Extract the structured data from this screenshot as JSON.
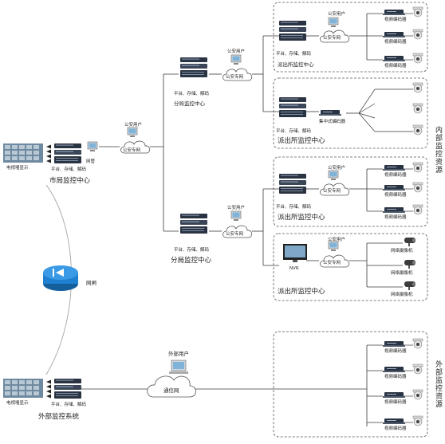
{
  "labels": {
    "tv_wall": "电视墙显示",
    "gateway": "网管",
    "platform_storage_decode": "平台、存储、解码",
    "police_user": "公安用户",
    "police_net": "公安专网",
    "city_center": "市局监控中心",
    "branch_center": "分局监控中心",
    "station_center": "派出所监控中心",
    "station_center_large": "派出所监控中心",
    "video_encoder": "视频编码器",
    "central_encoder": "集中式编码器",
    "nvr": "NVR",
    "network_camera": "网络摄像机",
    "net_gate": "网闸",
    "external_user": "外部用户",
    "comm_net": "通信网",
    "external_system": "外部监控系统",
    "internal_resources": "内部监控资源",
    "external_resources": "外部监控资源"
  },
  "icons": [
    "monitor-wall-icon",
    "server-rack-icon",
    "pc-icon",
    "cloud-icon",
    "encoder-icon",
    "dome-camera-icon",
    "bullet-camera-icon",
    "router-icon",
    "nvr-monitor-icon"
  ],
  "colors": {
    "line": "#3a3a3a",
    "dashed": "#555555",
    "router": "#1f7fd0",
    "rack_dark": "#2a3342",
    "rack_mid": "#4d5a6b"
  }
}
